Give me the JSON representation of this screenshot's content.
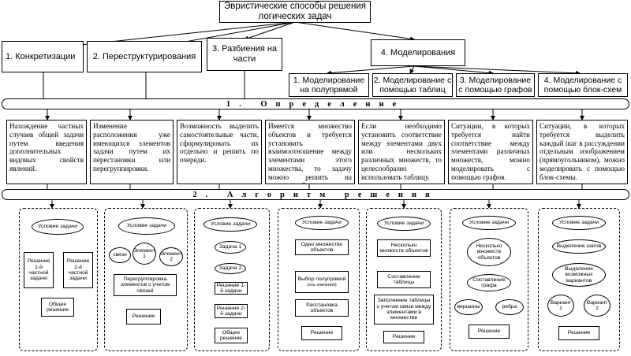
{
  "title": "Эвристические способы решения логических задач",
  "methods": [
    "1. Конкретизации",
    "2. Переструктурирования",
    "3. Разбиения на части",
    "4. Моделирования"
  ],
  "modeling": [
    "1. Моделирование на полупрямой",
    "2. Моделирование с помощью таблиц",
    "3. Моделирование с помощью графов",
    "4. Моделирование с помощью блок-схем"
  ],
  "band_definition": "1. Определение",
  "band_algorithm": "2. Алгоритм решения",
  "definitions": [
    "Нахождение частных случаев общей задачи путем введения дополнительных видовых свойств явлений.",
    "Изменение расположения уже имеющихся элементов задачи путем их перестановки или перегруппировки.",
    "Возможность выделить самостоятельные части, сформулировать их отдельно и решить по очереди.",
    "Имеется множество объектов и требуется установить взаимоотношение между элементами этого множества, то задачу можно решить на полупрямой.",
    "Если необходимо установить соответствие между элементами двух или нескольких различных множеств, то целесообразно использовать таблицу.",
    "Ситуации, в которых требуется найти соответствие между элементами различных множеств, можно моделировать с помощью графов.",
    "Ситуации, в которых требуется выделить каждый шаг в рассуждении отдельным изображением (прямоугольником), можно моделировать с помощью блок-схемы."
  ],
  "flows": {
    "p1": {
      "start": "Условие задачи",
      "part1": "Решение 1-й частной задачи",
      "part2": "Решение 2-й частной задачи",
      "end": "Общее решение"
    },
    "p2": {
      "start": "Условие задачи",
      "links": "связи",
      "el1": "Элемент 1",
      "el2": "Элемент 2",
      "regroup": "Перегруппировка элементов с учетом связей",
      "end": "Решение"
    },
    "p3": {
      "start": "Условие задачи",
      "t1": "Задача 1",
      "t2": "Задача 2",
      "s1": "Решение 1-й задачи",
      "s2": "Решение 2-й задачи",
      "end": "Общее решение"
    },
    "p4": {
      "start": "Условие задачи",
      "set": "Одно множество объектов",
      "choose": "Выбор полупрямой",
      "choose_note": "(ось значения)",
      "arrange": "Расстановка объектов",
      "end": "Решение"
    },
    "p5": {
      "start": "Условие задачи",
      "sets": "Несколько множеств объектов",
      "make": "Составление таблицы",
      "fill": "Заполнение таблицы с учетом связи между элементами в множестве",
      "end": "Решение"
    },
    "p6": {
      "start": "Условие задачи",
      "sets": "Несколько множеств объектов",
      "make": "Составление графа",
      "verts": "вершины",
      "edges": "ребра",
      "end": "Решение"
    },
    "p7": {
      "start": "Условие задачи",
      "steps": "Выделение шагов",
      "vars": "Выделение возможных вариантов",
      "v1": "Вариант 1",
      "v2": "Вариант 2",
      "end": "Решение"
    }
  }
}
